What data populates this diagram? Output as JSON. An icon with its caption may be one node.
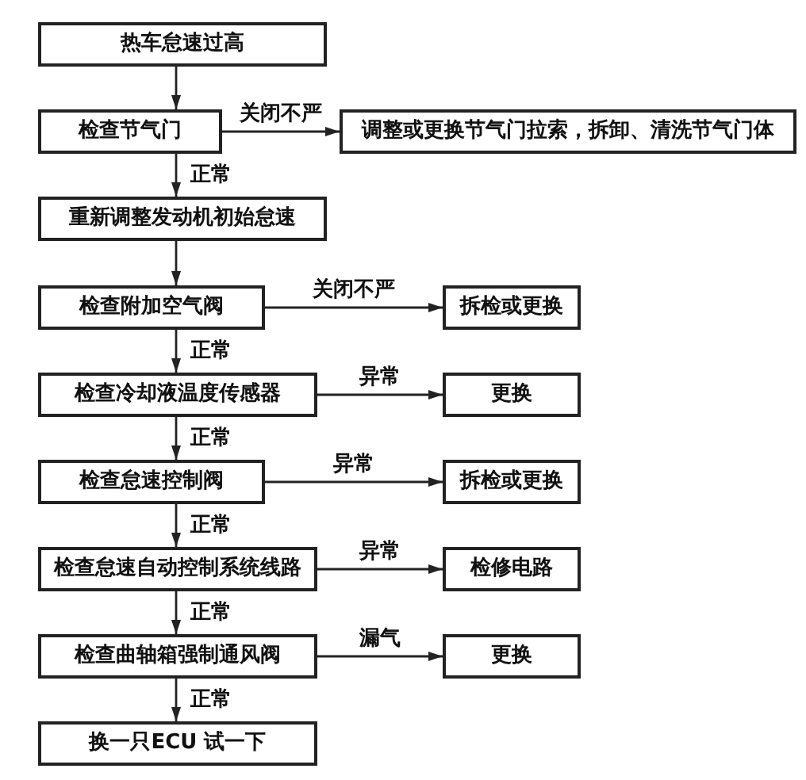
{
  "diagram": {
    "nodes": [
      {
        "text": [
          "热车怠速过高"
        ]
      },
      {
        "text": [
          "检查节气门"
        ]
      },
      {
        "text": [
          "调整或更换节气门拉索，拆卸、清洗节气门体"
        ]
      },
      {
        "text": [
          "重新调整发动机初始怠速"
        ]
      },
      {
        "text": [
          "检查附加空气阀"
        ]
      },
      {
        "text": [
          "拆检或更换"
        ]
      },
      {
        "text": [
          "检查冷却液温度传感器"
        ]
      },
      {
        "text": [
          "更换"
        ]
      },
      {
        "text": [
          "检查怠速控制阀"
        ]
      },
      {
        "text": [
          "拆检或更换"
        ]
      },
      {
        "text": [
          "检查怠速自动控制系统线路"
        ]
      },
      {
        "text": [
          "检修电路"
        ]
      },
      {
        "text": [
          "检查曲轴箱强制通风阀"
        ]
      },
      {
        "text": [
          "更换"
        ]
      },
      {
        "text": [
          "换一只ECU 试一下"
        ]
      }
    ],
    "edges": [
      {
        "from": 0,
        "to": 1,
        "arrow": "to"
      },
      {
        "from": 1,
        "to": 2,
        "arrow": "to",
        "label": "关闭不严"
      },
      {
        "from": 1,
        "to": 3,
        "arrow": "to",
        "label": "正常"
      },
      {
        "from": 3,
        "to": 4,
        "arrow": "to"
      },
      {
        "from": 4,
        "to": 5,
        "arrow": "to",
        "label": "关闭不严"
      },
      {
        "from": 4,
        "to": 6,
        "arrow": "to",
        "label": "正常"
      },
      {
        "from": 6,
        "to": 7,
        "arrow": "to",
        "label": "异常"
      },
      {
        "from": 6,
        "to": 8,
        "arrow": "to",
        "label": "正常"
      },
      {
        "from": 8,
        "to": 9,
        "arrow": "to",
        "label": "异常"
      },
      {
        "from": 8,
        "to": 10,
        "arrow": "to",
        "label": "正常"
      },
      {
        "from": 10,
        "to": 11,
        "arrow": "to",
        "label": "异常"
      },
      {
        "from": 10,
        "to": 12,
        "arrow": "to",
        "label": "正常"
      },
      {
        "from": 12,
        "to": 13,
        "arrow": "to",
        "label": "漏气"
      },
      {
        "from": 12,
        "to": 14,
        "arrow": "to",
        "label": "正常"
      }
    ]
  }
}
